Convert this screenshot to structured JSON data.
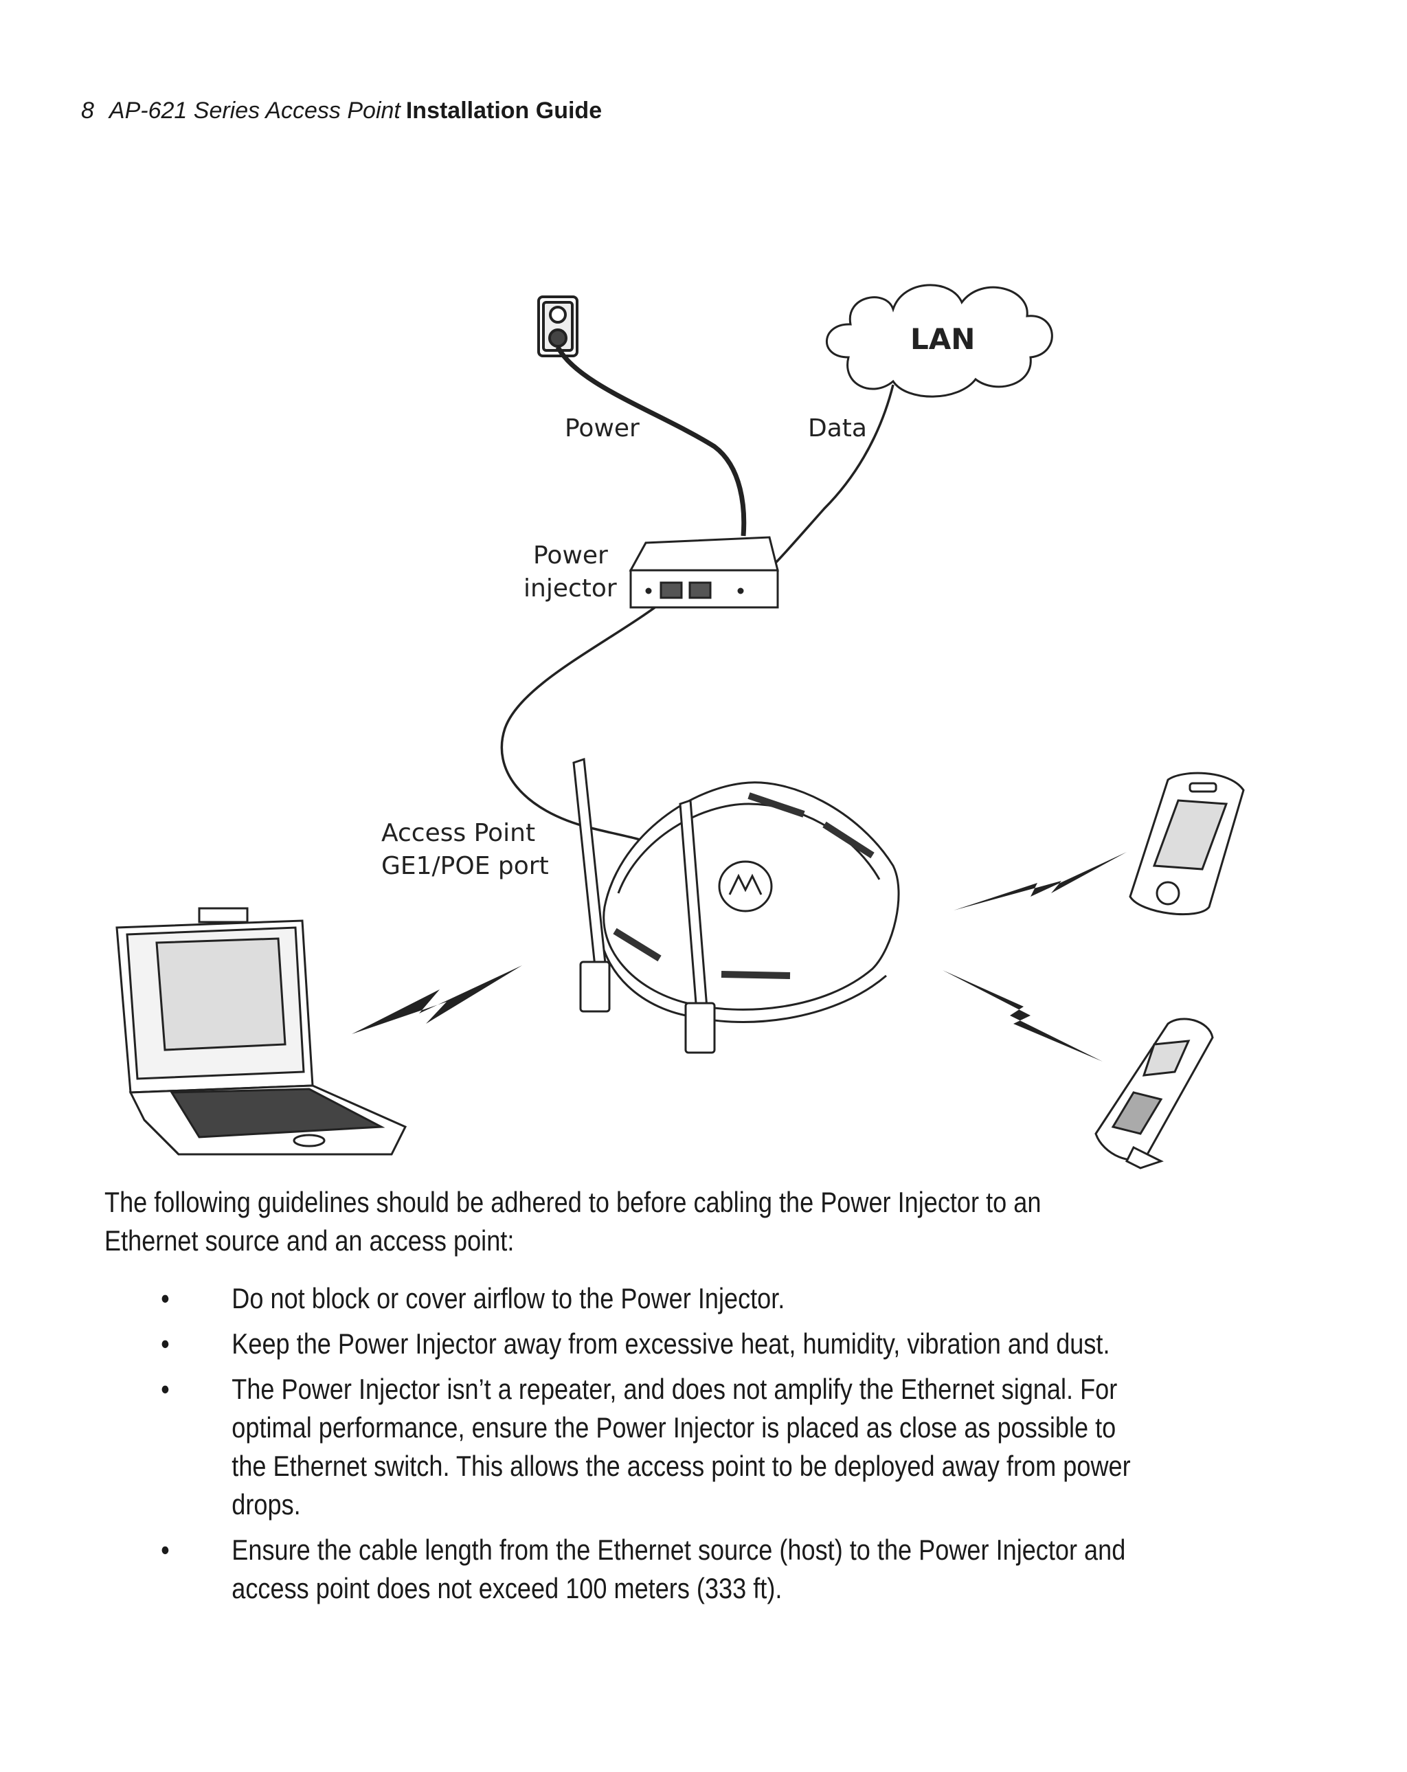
{
  "header": {
    "page_number": "8",
    "series": "AP-621 Series Access Point",
    "guide": "Installation Guide"
  },
  "figure": {
    "labels": {
      "lan": "LAN",
      "power": "Power",
      "data": "Data",
      "power_injector_line1": "Power",
      "power_injector_line2": "injector",
      "ap_port_line1": "Access Point",
      "ap_port_line2": "GE1/POE port"
    }
  },
  "body": {
    "intro": "The following guidelines should be adhered to before cabling the Power Injector to an Ethernet source and an access point:",
    "bullets": [
      "Do not block or cover airflow to the Power Injector.",
      "Keep the Power Injector away from excessive heat, humidity, vibration and dust.",
      "The Power Injector isn’t a repeater, and does not amplify the Ethernet signal. For optimal performance, ensure the Power Injector is placed as close as possible to the Ethernet switch. This allows the access point to be deployed away from power drops.",
      "Ensure the cable length from the Ethernet source (host) to the Power Injector and access point does not exceed 100 meters (333 ft)."
    ]
  }
}
